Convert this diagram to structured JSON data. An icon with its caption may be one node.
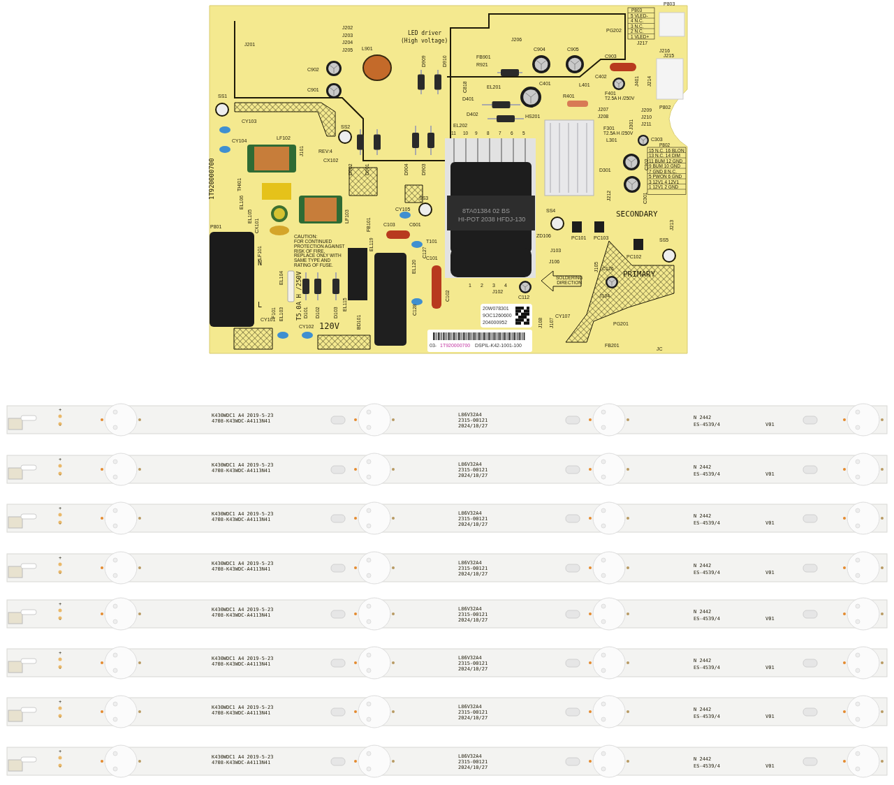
{
  "diagram": {
    "labels": [
      "J201",
      "J202",
      "J203",
      "J204",
      "J205",
      "LED driver",
      "(High voltage)",
      "L901",
      "C902",
      "C901",
      "D909",
      "D910",
      "J206",
      "FB901",
      "R921",
      "C818",
      "EL201",
      "EL202",
      "C904",
      "C905",
      "PG202",
      "P803",
      "5 VLED-",
      "4 N.C.",
      "3 N.C.",
      "2 N.C.",
      "1 VLED+",
      "P803",
      "J217",
      "J216",
      "C903",
      "J215",
      "J401",
      "J214",
      "C401",
      "L401",
      "C402",
      "R401",
      "F401",
      "T2.5A H /250V",
      "P802",
      "D401",
      "D402",
      "HS201",
      "J207",
      "J208",
      "J301",
      "J209",
      "J210",
      "J211",
      "F301",
      "T2.5A H /250V",
      "L301",
      "C303",
      "C302",
      "P802",
      "15 N.C. 16 BLON",
      "13 N.C. 14 DIM",
      "11 BUM 12 GND",
      "9 BUM 10 GND",
      "7 GND 8 N.C.",
      "5 PWON 6 GND",
      "3 12V1 4 12V1",
      "1 12V1 2 GND",
      "C301",
      "D301",
      "J212",
      "J213",
      "SS1",
      "CY103",
      "SS2",
      "CY104",
      "LF102",
      "J101",
      "REV:4",
      "CX102",
      "D902",
      "D901",
      "D904",
      "D903",
      "11",
      "10",
      "9",
      "8",
      "7",
      "6",
      "5",
      "1T920000700",
      "THI01",
      "EL106",
      "EL105",
      "CX101",
      "LF101",
      "LF103",
      "FB101",
      "CY105",
      "SS3",
      "C103",
      "C601",
      "8TA01384 02 BS",
      "HI-POT 2038 HFDJ-130",
      "SS4",
      "SECONDARY",
      "P801",
      "CAUTION:",
      "FOR CONTINUED PROTECTION AGAINST RISK OF FIRE, REPLACE ONLY WITH SAME TYPE AND RATING OF FUSE.",
      "EL119",
      "T101",
      "C127",
      "ZD106",
      "PC101",
      "PC103",
      "SS5",
      "C101",
      "N",
      "J103",
      "J106",
      "PC102",
      "EL104",
      "EL120",
      "C126",
      "PRIMARY",
      "J105",
      "T5.0A H /250V",
      "C102",
      "SOLDERING DIRECTION",
      "1",
      "2",
      "3",
      "4",
      "J102",
      "C112",
      "J104",
      "F101",
      "L",
      "EL103",
      "D101",
      "D102",
      "D103",
      "EL115",
      "C128",
      "20W078301",
      "9OC1260600",
      "204000952",
      "J108",
      "J107",
      "CY107",
      "CY101",
      "CY102",
      "120V",
      "BD101",
      "PG201",
      "03-",
      "1T920000700",
      "DSPIL-K42-1001-100",
      "FB201",
      "JC",
      "+",
      "-",
      "K430WDC1 A4 2019-5-23",
      "4708-K43WDC-A4113N41",
      "L86V32A4",
      "2315-00121",
      "2024/10/27",
      "N 2442",
      "ES-4539/4",
      "V01",
      "+",
      "-",
      "K430WDC1 A4 2019-5-23",
      "4708-K43WDC-A4113N41",
      "L86V32A4",
      "2315-00121",
      "2024/10/27",
      "N 2442",
      "ES-4539/4",
      "V01",
      "+",
      "-",
      "K430WDC1 A4 2019-5-23",
      "4708-K43WDC-A4113N41",
      "L86V32A4",
      "2315-00121",
      "2024/10/27",
      "N 2442",
      "ES-4539/4",
      "V01",
      "+",
      "-",
      "K430WDC1 A4 2019-5-23",
      "4708-K43WDC-A4113N41",
      "L86V32A4",
      "2315-00121",
      "2024/10/27",
      "N 2442",
      "ES-4539/4",
      "V01",
      "+",
      "-",
      "K430WDC1 A4 2019-5-23",
      "4708-K43WDC-A4113N41",
      "L86V32A4",
      "2315-00121",
      "2024/10/27",
      "N 2442",
      "ES-4539/4",
      "V01",
      "+",
      "-",
      "K430WDC1 A4 2019-5-23",
      "4708-K43WDC-A4113N41",
      "L86V32A4",
      "2315-00121",
      "2024/10/27",
      "N 2442",
      "ES-4539/4",
      "V01",
      "+",
      "-",
      "K430WDC1 A4 2019-5-23",
      "4708-K43WDC-A4113N41",
      "L86V32A4",
      "2315-00121",
      "2024/10/27",
      "N 2442",
      "ES-4539/4",
      "V01",
      "+",
      "-",
      "K430WDC1 A4 2019-5-23",
      "4708-K43WDC-A4113N41",
      "L86V32A4",
      "2315-00121",
      "2024/10/27",
      "N 2442",
      "ES-4539/4",
      "V01"
    ]
  }
}
